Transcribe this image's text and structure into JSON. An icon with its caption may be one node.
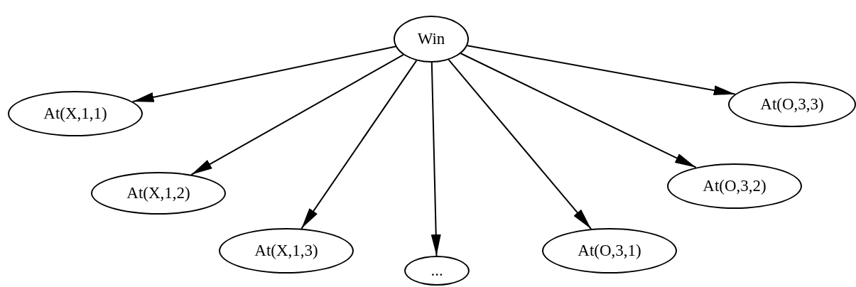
{
  "diagram": {
    "nodes": [
      {
        "text": [
          "Win"
        ]
      },
      {
        "text": [
          "At(X,1,1)"
        ]
      },
      {
        "text": [
          "At(X,1,2)"
        ]
      },
      {
        "text": [
          "At(X,1,3)"
        ]
      },
      {
        "text": [
          "..."
        ]
      },
      {
        "text": [
          "At(O,3,1)"
        ]
      },
      {
        "text": [
          "At(O,3,2)"
        ]
      },
      {
        "text": [
          "At(O,3,3)"
        ]
      }
    ],
    "edges": [
      {
        "from": 0,
        "to": 1,
        "arrow": "to"
      },
      {
        "from": 0,
        "to": 2,
        "arrow": "to"
      },
      {
        "from": 0,
        "to": 3,
        "arrow": "to"
      },
      {
        "from": 0,
        "to": 4,
        "arrow": "to"
      },
      {
        "from": 0,
        "to": 5,
        "arrow": "to"
      },
      {
        "from": 0,
        "to": 6,
        "arrow": "to"
      },
      {
        "from": 0,
        "to": 7,
        "arrow": "to"
      }
    ]
  }
}
